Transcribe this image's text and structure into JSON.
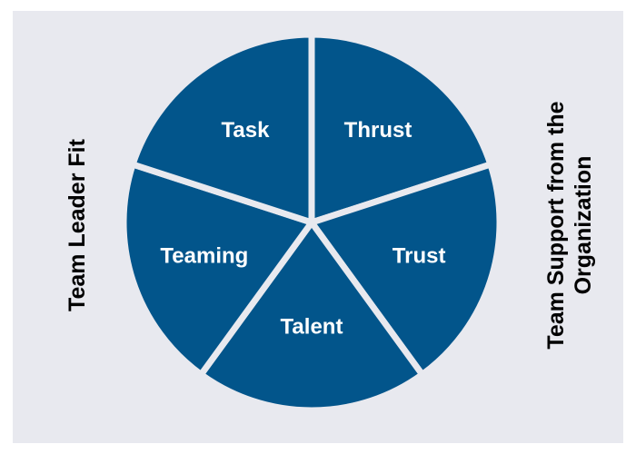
{
  "colors": {
    "slice": "#02558b",
    "background": "#e8e9ef",
    "divider": "#e8e9ef"
  },
  "segments": [
    {
      "label": "Thrust"
    },
    {
      "label": "Trust"
    },
    {
      "label": "Talent"
    },
    {
      "label": "Teaming"
    },
    {
      "label": "Task"
    }
  ],
  "left_label": "Team Leader Fit",
  "right_label_line1": "Team Support from the",
  "right_label_line2": "Organization"
}
